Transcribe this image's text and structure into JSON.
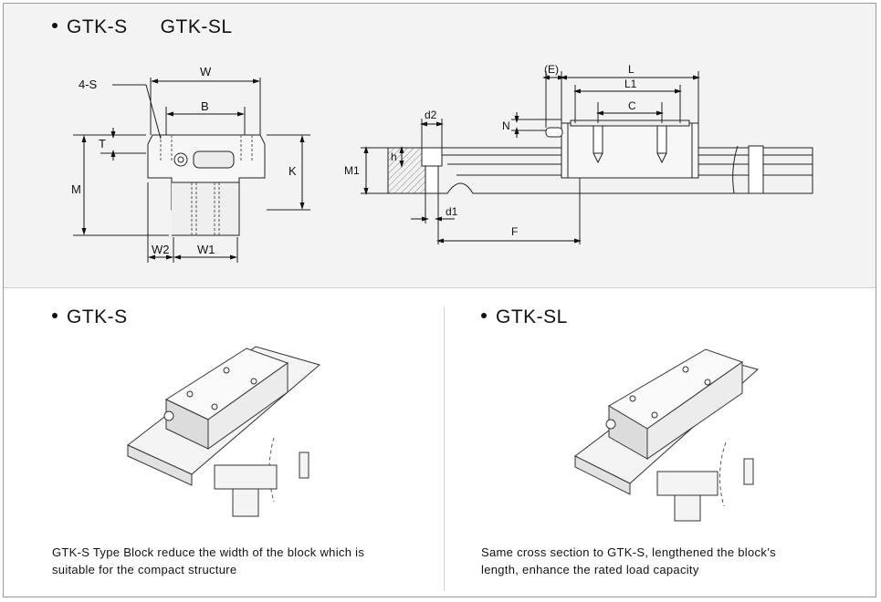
{
  "top_heading": {
    "left": "GTK-S",
    "right": "GTK-SL"
  },
  "front_view_labels": {
    "holes": "4-S",
    "w": "W",
    "b": "B",
    "t": "T",
    "m": "M",
    "k": "K",
    "w2": "W2",
    "w1": "W1"
  },
  "side_view_labels": {
    "e": "(E)",
    "l": "L",
    "l1": "L1",
    "c": "C",
    "n": "N",
    "d2": "d2",
    "h": "h",
    "m1": "M1",
    "d1": "d1",
    "f": "F"
  },
  "gtk_s": {
    "heading": "GTK-S",
    "caption_line1": "GTK-S Type Block reduce the width of the block which is",
    "caption_line2": "suitable for the compact structure"
  },
  "gtk_sl": {
    "heading": "GTK-SL",
    "caption_line1": "Same cross section to GTK-S, lengthened the block’s",
    "caption_line2": "length, enhance the rated load capacity"
  }
}
